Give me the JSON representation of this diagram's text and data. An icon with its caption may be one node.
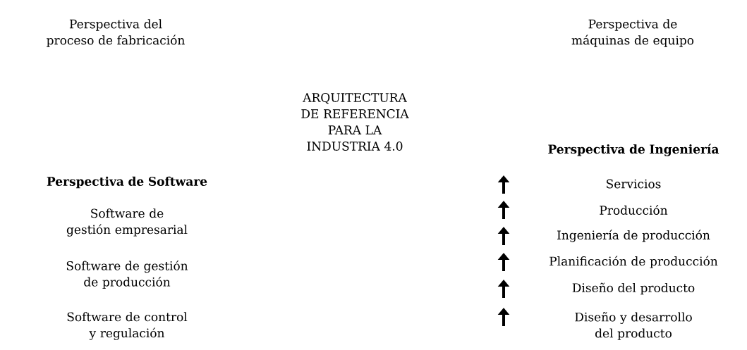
{
  "diagram": {
    "title": "ARQUITECTURA DE REFERENCIA PARA LA INDUSTRIA 4.0",
    "labels": [
      "Perspectiva del proceso de fabricación",
      "Perspectiva de máquinas de equipo",
      "Perspectiva de Software",
      "Software de gestión empresarial",
      "Software de gestión de producción",
      "Software de control y regulación",
      "Perspectiva de Ingeniería",
      "Servicios",
      "Producción",
      "Ingeniería de producción",
      "Planificación de producción",
      "Diseño del producto",
      "Diseño y desarrollo del producto"
    ]
  }
}
